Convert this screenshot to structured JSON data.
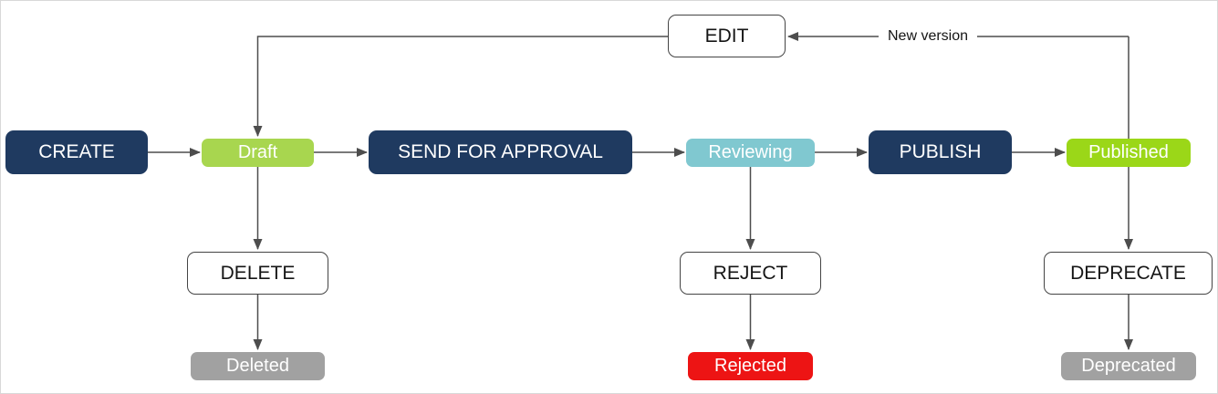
{
  "diagram": {
    "type": "flowchart",
    "description": "Content publishing workflow state diagram",
    "nodes": {
      "create": {
        "label": "CREATE",
        "kind": "action",
        "fill": "#1f3a60",
        "text_color": "#ffffff"
      },
      "draft": {
        "label": "Draft",
        "kind": "state",
        "fill": "#a8d64f",
        "text_color": "#ffffff"
      },
      "send": {
        "label": "SEND FOR APPROVAL",
        "kind": "action",
        "fill": "#1f3a60",
        "text_color": "#ffffff"
      },
      "reviewing": {
        "label": "Reviewing",
        "kind": "state",
        "fill": "#80c8d0",
        "text_color": "#ffffff"
      },
      "publish": {
        "label": "PUBLISH",
        "kind": "action",
        "fill": "#1f3a60",
        "text_color": "#ffffff"
      },
      "published": {
        "label": "Published",
        "kind": "state",
        "fill": "#9bd718",
        "text_color": "#ffffff"
      },
      "edit": {
        "label": "EDIT",
        "kind": "outline",
        "fill": "#ffffff",
        "text_color": "#151515"
      },
      "delete": {
        "label": "DELETE",
        "kind": "outline",
        "fill": "#ffffff",
        "text_color": "#151515"
      },
      "deleted": {
        "label": "Deleted",
        "kind": "state",
        "fill": "#a1a1a1",
        "text_color": "#ffffff"
      },
      "reject": {
        "label": "REJECT",
        "kind": "outline",
        "fill": "#ffffff",
        "text_color": "#151515"
      },
      "rejected": {
        "label": "Rejected",
        "kind": "state",
        "fill": "#ed1414",
        "text_color": "#ffffff"
      },
      "deprecate": {
        "label": "DEPRECATE",
        "kind": "outline",
        "fill": "#ffffff",
        "text_color": "#151515"
      },
      "deprecated": {
        "label": "Deprecated",
        "kind": "state",
        "fill": "#a1a1a1",
        "text_color": "#ffffff"
      }
    },
    "edges": [
      {
        "from": "create",
        "to": "draft"
      },
      {
        "from": "draft",
        "to": "send"
      },
      {
        "from": "send",
        "to": "reviewing"
      },
      {
        "from": "reviewing",
        "to": "publish"
      },
      {
        "from": "publish",
        "to": "published"
      },
      {
        "from": "edit",
        "to": "draft"
      },
      {
        "from": "published",
        "to": "edit",
        "label": "New version"
      },
      {
        "from": "published",
        "to": "deprecate"
      },
      {
        "from": "draft",
        "to": "delete"
      },
      {
        "from": "delete",
        "to": "deleted"
      },
      {
        "from": "reviewing",
        "to": "reject"
      },
      {
        "from": "reject",
        "to": "rejected"
      },
      {
        "from": "deprecate",
        "to": "deprecated"
      }
    ],
    "colors": {
      "action_fill": "#1f3a60",
      "draft_fill": "#a8d64f",
      "published_fill": "#9bd718",
      "reviewing_fill": "#80c8d0",
      "terminal_gray_fill": "#a1a1a1",
      "rejected_red_fill": "#ed1414",
      "connector": "#4d4d4d",
      "outline_border": "#444444",
      "canvas_border": "#d8d8d8"
    }
  }
}
